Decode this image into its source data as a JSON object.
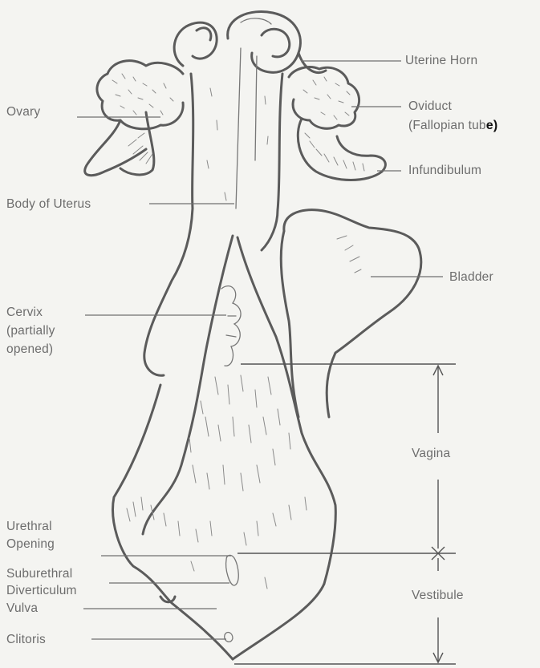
{
  "labels": {
    "uterine_horn": "Uterine Horn",
    "oviduct_line1": "Oviduct",
    "oviduct_line2_a": "(Fallopian tub",
    "oviduct_line2_b": "e)",
    "infundibulum": "Infundibulum",
    "ovary": "Ovary",
    "body_of_uterus": "Body of Uterus",
    "bladder": "Bladder",
    "cervix_line1": "Cervix",
    "cervix_line2": "(partially",
    "cervix_line3": "opened)",
    "vagina": "Vagina",
    "urethral_line1": "Urethral",
    "urethral_line2": "Opening",
    "suburethral_line1": "Suburethral",
    "suburethral_line2": "Diverticulum",
    "vulva": "Vulva",
    "vestibule": "Vestibule",
    "clitoris": "Clitoris"
  }
}
